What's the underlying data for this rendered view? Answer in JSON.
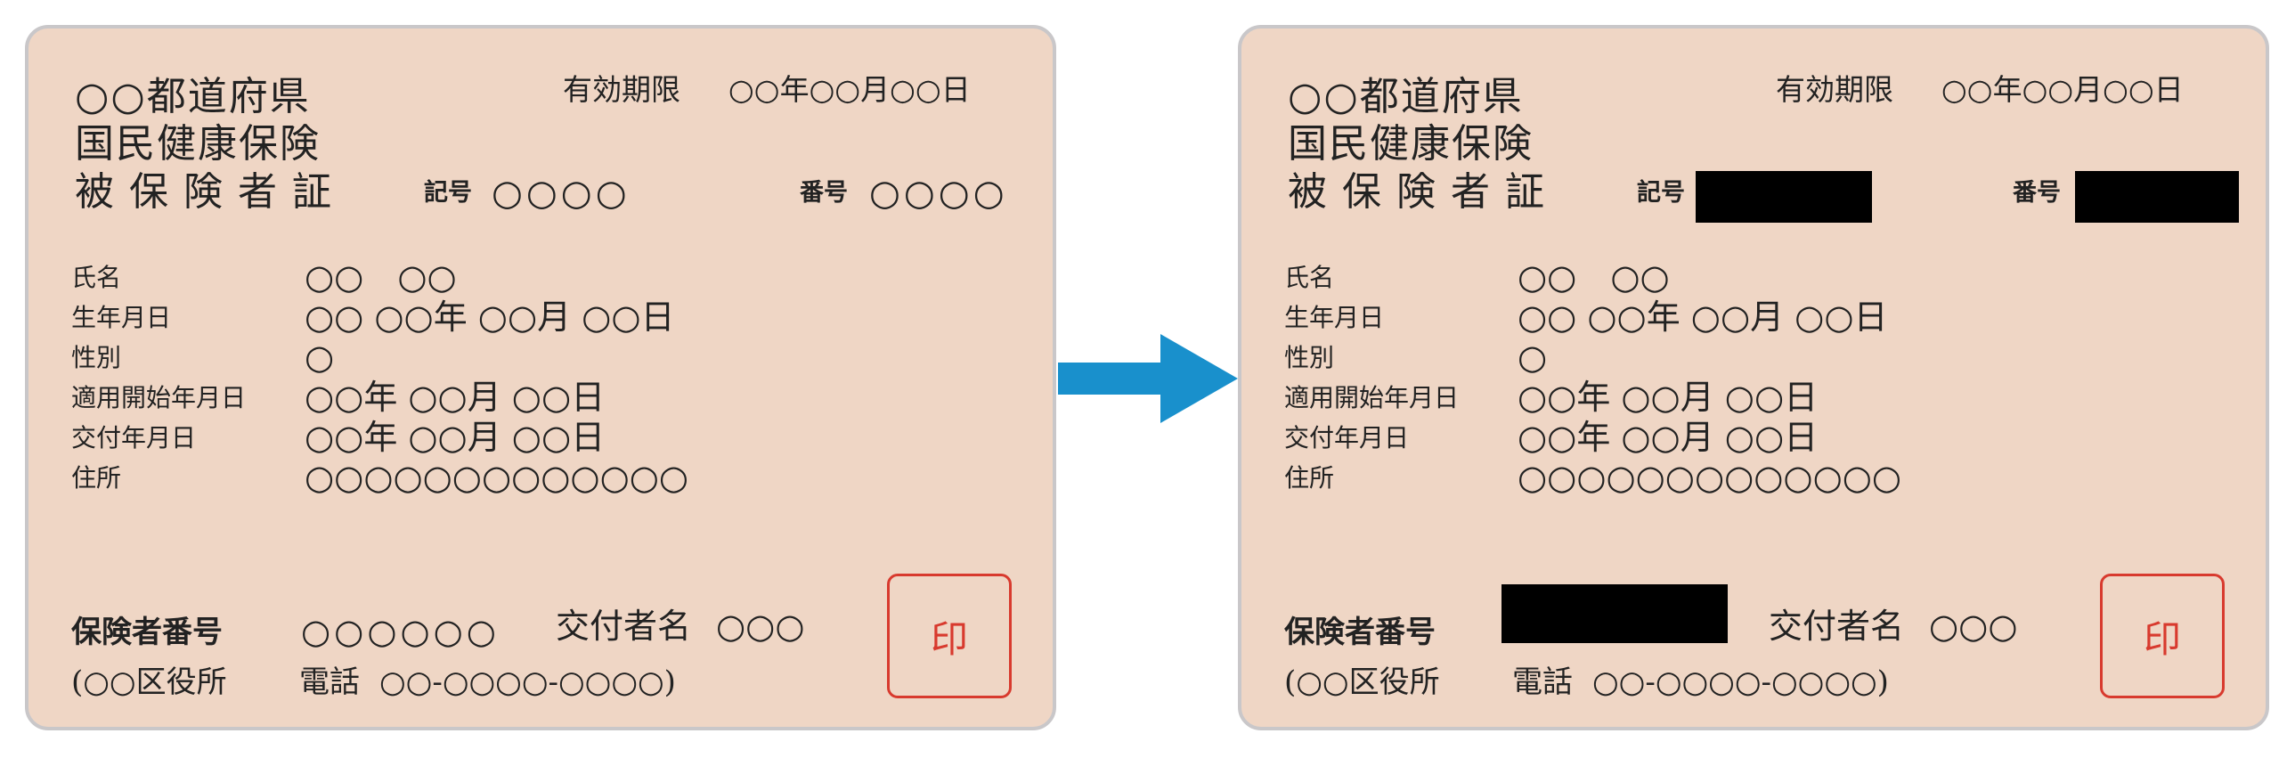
{
  "card": {
    "title_line1": "○○都道府県",
    "title_line2": "国民健康保険",
    "title_line3": "被保険者証",
    "expiry_label": "有効期限",
    "expiry_value": "○○年○○月○○日",
    "kigo_label": "記号",
    "kigo_value": "○○○○",
    "bango_label": "番号",
    "bango_value": "○○○○",
    "fields": [
      {
        "label": "氏名",
        "value": "○○　○○"
      },
      {
        "label": "生年月日",
        "value": "○○ ○○年 ○○月 ○○日"
      },
      {
        "label": "性別",
        "value": "○"
      },
      {
        "label": "適用開始年月日",
        "value": "○○年 ○○月 ○○日"
      },
      {
        "label": "交付年月日",
        "value": "○○年 ○○月 ○○日"
      },
      {
        "label": "住所",
        "value": "○○○○○○○○○○○○○"
      }
    ],
    "insurer_label": "保険者番号",
    "insurer_value": "○○○○○○",
    "issuer_label": "交付者名",
    "issuer_value": "○○○",
    "office": "(○○区役所",
    "phone_label": "電話",
    "phone_value": "○○-○○○○-○○○○)",
    "seal": "印"
  },
  "colors": {
    "card_bg": "#efd6c5",
    "card_border": "#c9c7c9",
    "seal_red": "#d83a2e",
    "arrow_blue": "#1990cc",
    "redaction": "#000000"
  },
  "icons": {
    "arrow": "arrow-right-icon",
    "seal": "seal-stamp-icon"
  }
}
